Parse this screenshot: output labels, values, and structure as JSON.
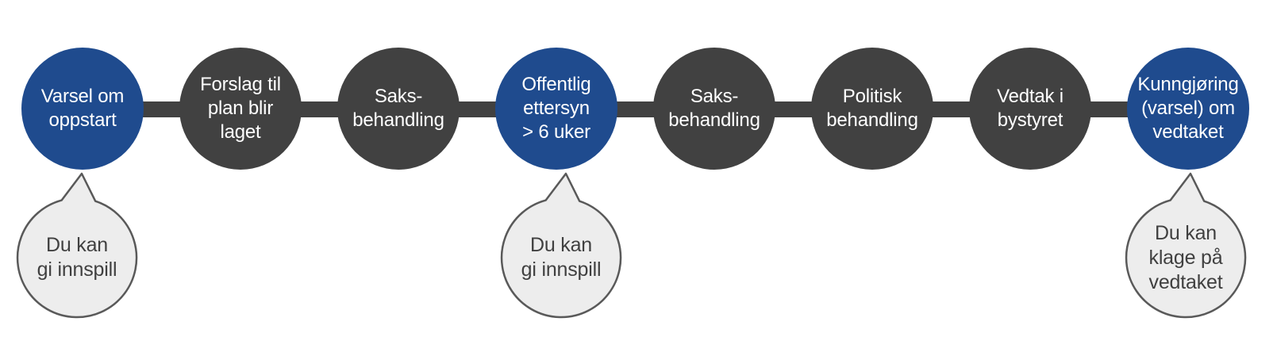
{
  "diagram": {
    "steps": [
      {
        "label": "Varsel om\noppstart",
        "type": "highlight"
      },
      {
        "label": "Forslag til\nplan blir\nlaget",
        "type": "normal"
      },
      {
        "label": "Saks-\nbehandling",
        "type": "normal"
      },
      {
        "label": "Offentlig\nettersyn\n> 6 uker",
        "type": "highlight"
      },
      {
        "label": "Saks-\nbehandling",
        "type": "normal"
      },
      {
        "label": "Politisk\nbehandling",
        "type": "normal"
      },
      {
        "label": "Vedtak i\nbystyret",
        "type": "normal"
      },
      {
        "label": "Kunngjøring\n(varsel) om\nvedtaket",
        "type": "highlight"
      }
    ],
    "callouts": [
      {
        "label": "Du kan\ngi innspill",
        "attached_to": "Varsel om oppstart"
      },
      {
        "label": "Du kan\ngi innspill",
        "attached_to": "Offentlig ettersyn > 6 uker"
      },
      {
        "label": "Du kan\nklage på\nvedtaket",
        "attached_to": "Kunngjøring (varsel) om vedtaket"
      }
    ]
  },
  "colors": {
    "step-highlight": "#1F4B8E",
    "step-normal": "#414141",
    "connector": "#414141",
    "step-text": "#FFFFFF",
    "callout-fill": "#EDEDED",
    "callout-border": "#595959",
    "callout-text": "#404040"
  }
}
